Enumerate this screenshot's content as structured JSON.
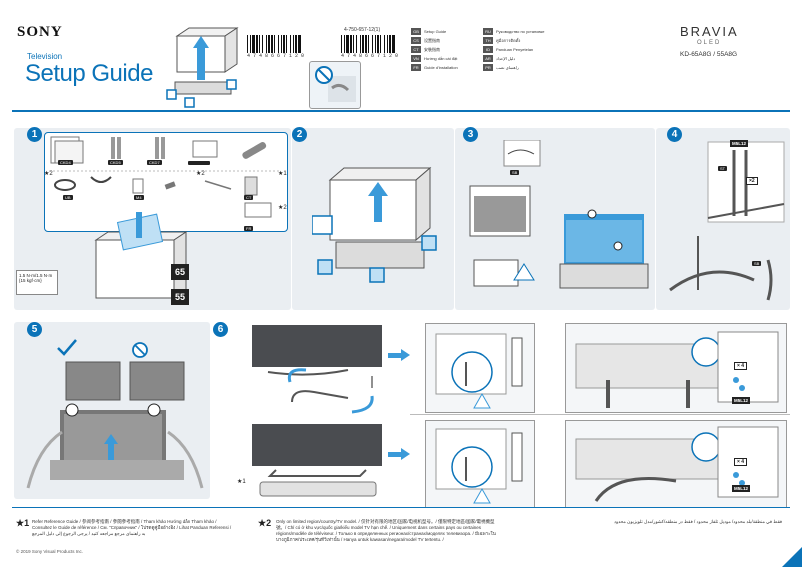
{
  "header": {
    "brand": "SONY",
    "product_type": "Television",
    "title": "Setup Guide",
    "doc_number": "4-750-657-12(1)",
    "barcode_number": "4 7 4 8 6 6 7 1 2 0",
    "bravia": "BRAVIA",
    "oled": "OLED",
    "models": "KD-65A8G / 55A8G"
  },
  "languages_left": [
    {
      "code": "GB",
      "name": "Setup Guide"
    },
    {
      "code": "CS",
      "name": "设置指南"
    },
    {
      "code": "CT",
      "name": "安裝指南"
    },
    {
      "code": "VN",
      "name": "Hướng dẫn cài đặt"
    },
    {
      "code": "FR",
      "name": "Guide d'installation"
    }
  ],
  "languages_right": [
    {
      "code": "RU",
      "name": "Руководство по установке"
    },
    {
      "code": "TH",
      "name": "คู่มือการติดตั้ง"
    },
    {
      "code": "ID",
      "name": "Panduan Penyetelan"
    },
    {
      "code": "AR",
      "name": "دليل الإعداد"
    },
    {
      "code": "PR",
      "name": "راهنمای نصب"
    }
  ],
  "steps": [
    {
      "number": "1"
    },
    {
      "number": "2"
    },
    {
      "number": "3"
    },
    {
      "number": "4"
    },
    {
      "number": "5"
    },
    {
      "number": "6"
    }
  ],
  "step1": {
    "box_tags": [
      "CKD4",
      "CKD5",
      "CKD7"
    ],
    "star2": "★2",
    "star1": "★1",
    "item_labels": [
      "UB",
      "M4",
      "CT",
      "FR"
    ],
    "sizes": [
      "65",
      "55"
    ],
    "torque_text": "1.5 N·m/1.5 N·m {15 kgf·cm}"
  },
  "step3": {
    "tag": "SB"
  },
  "step4": {
    "screw": "M5L12",
    "tag_st": "ST",
    "tag_sb": "SB",
    "count": "×2"
  },
  "step6": {
    "count_top": "× 4",
    "count_bottom": "× 4",
    "screw_top": "M5L12",
    "screw_bottom": "M5L12",
    "star1": "★1"
  },
  "notes": {
    "star1": "★1",
    "note1": "Refer Reference Guide / 参阅参考指南 / 參閱參考指南 / Tham khảo Hướng dẫn Tham khảo / Consultez le Guide de référence / См. \"Справочник\" / โปรดดูคู่มืออ้างอิง / Lihat Panduan Referensi / به راهنمای مرجع مراجعه کنید / يرجى الرجوع إلى دليل المرجع",
    "star2": "★2",
    "note2": "Only on limited region/country/TV model. / 仅针对有限的地区/国家/电视机型号。/ 僅限特定地區/國家/電視機型號。/ Chỉ có ở khu vực/quốc gia/kiểu model TV hạn chế. / Uniquement dans certains pays ou certaines régions/modèle de téléviseur. / Только в определенных регионах/странах/моделях телевизора. / มีเฉพาะในบางภูมิภาค/ประเทศ/รุ่นทีวีเท่านั้น / Hanya untuk kawasan/negara/model TV tertentu. /",
    "note_ar": "فقط في منطقة/بلد محدود/ موديل تلفاز محدود / فقط در منطقه/کشور/مدل تلویزیون محدود"
  },
  "copyright": "© 2019 Sony Visual Products Inc."
}
